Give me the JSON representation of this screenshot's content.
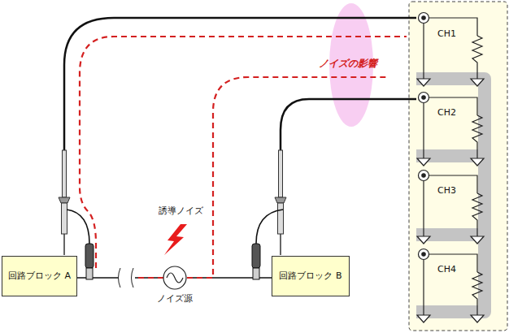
{
  "diagram": {
    "nodes": [
      {
        "text": [
          "回路ブロック A"
        ]
      },
      {
        "text": [
          "ノイズ源"
        ]
      },
      {
        "text": [
          "回路ブロック B"
        ]
      }
    ],
    "edges": [
      {
        "from": 0,
        "to": 1,
        "arrow": "none"
      },
      {
        "from": 1,
        "to": 2,
        "arrow": "none"
      }
    ],
    "labels": [
      "CH1",
      "CH2",
      "CH3",
      "CH4",
      "ノイズの影響",
      "誘導ノイズ"
    ]
  }
}
